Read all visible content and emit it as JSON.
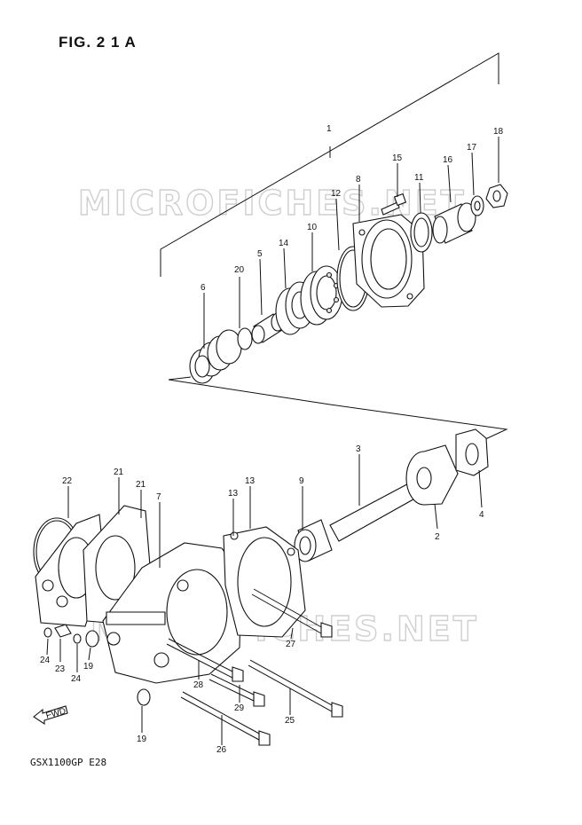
{
  "figure": {
    "title": "FIG. 2 1 A",
    "model": "GSX1100GP  E28"
  },
  "watermark": "MICROFICHES.NET",
  "fwd_label": "FWD",
  "callouts": [
    {
      "id": "c1",
      "text": "1"
    },
    {
      "id": "c2",
      "text": "2"
    },
    {
      "id": "c3",
      "text": "3"
    },
    {
      "id": "c4",
      "text": "4"
    },
    {
      "id": "c5",
      "text": "5"
    },
    {
      "id": "c6",
      "text": "6"
    },
    {
      "id": "c7",
      "text": "7"
    },
    {
      "id": "c8",
      "text": "8"
    },
    {
      "id": "c9",
      "text": "9"
    },
    {
      "id": "c10",
      "text": "10"
    },
    {
      "id": "c11",
      "text": "11"
    },
    {
      "id": "c12",
      "text": "12"
    },
    {
      "id": "c13a",
      "text": "13"
    },
    {
      "id": "c13b",
      "text": "13"
    },
    {
      "id": "c14",
      "text": "14"
    },
    {
      "id": "c15",
      "text": "15"
    },
    {
      "id": "c16",
      "text": "16"
    },
    {
      "id": "c17",
      "text": "17"
    },
    {
      "id": "c18",
      "text": "18"
    },
    {
      "id": "c19a",
      "text": "19"
    },
    {
      "id": "c19b",
      "text": "19"
    },
    {
      "id": "c20",
      "text": "20"
    },
    {
      "id": "c21a",
      "text": "21"
    },
    {
      "id": "c21b",
      "text": "21"
    },
    {
      "id": "c22",
      "text": "22"
    },
    {
      "id": "c23",
      "text": "23"
    },
    {
      "id": "c24a",
      "text": "24"
    },
    {
      "id": "c24b",
      "text": "24"
    },
    {
      "id": "c25",
      "text": "25"
    },
    {
      "id": "c26",
      "text": "26"
    },
    {
      "id": "c27",
      "text": "27"
    },
    {
      "id": "c28",
      "text": "28"
    },
    {
      "id": "c29",
      "text": "29"
    }
  ]
}
